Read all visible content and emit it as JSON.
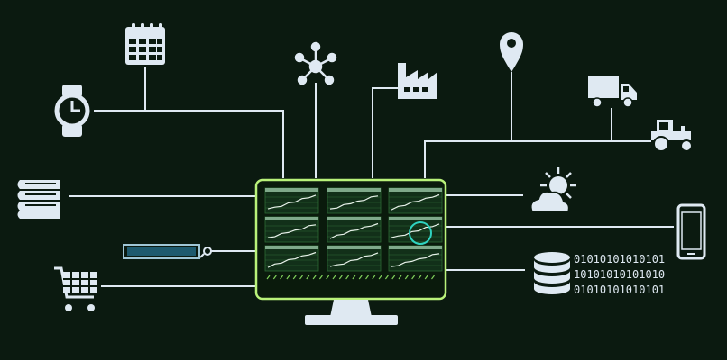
{
  "colors": {
    "background": "#0b1a10",
    "line": "#dfe9f2",
    "screen_bg": "#0a1a0c",
    "screen_border": "#b9f27a",
    "chart_bg": "#123019",
    "chart_line": "#e8f2ea",
    "chart_grid": "#2e6b34",
    "accent_ring": "#2fd3c0",
    "search_bar": "#1e5a6e"
  },
  "icons": [
    "calendar-icon",
    "wristwatch-icon",
    "books-icon",
    "shopping-cart-icon",
    "network-hub-icon",
    "factory-icon",
    "map-pin-icon",
    "delivery-truck-icon",
    "tractor-icon",
    "weather-icon",
    "smartphone-icon",
    "database-icon",
    "magnifier-icon",
    "monitor-icon"
  ],
  "binary_lines": [
    "01010101010101",
    "10101010101010",
    "01010101010101"
  ],
  "dashboard": {
    "panel_count": 9,
    "highlighted_panel": 6
  }
}
